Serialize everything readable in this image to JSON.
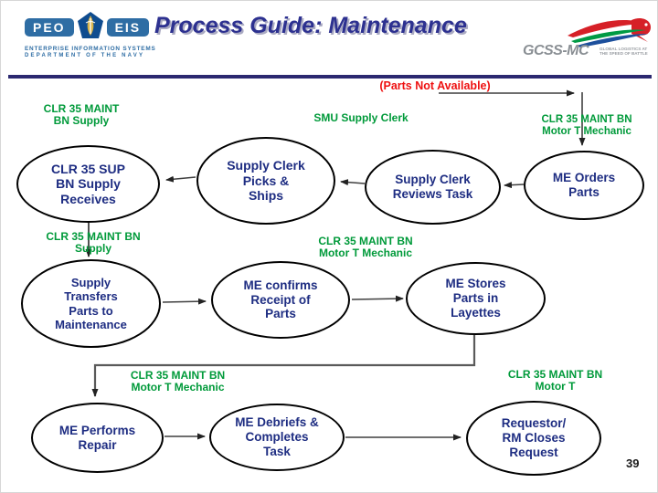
{
  "header": {
    "title": "Process Guide: Maintenance",
    "logo_left": {
      "box1": "PEO",
      "box2": "EIS",
      "line1": "ENTERPRISE INFORMATION SYSTEMS",
      "line2": "DEPARTMENT OF THE NAVY"
    },
    "logo_right": {
      "name": "GCSS-MC",
      "tagline": "GLOBAL LOGISTICS AT\nTHE SPEED OF BATTLE"
    }
  },
  "annotations": {
    "parts_not_available": "(Parts Not Available)",
    "roles": [
      {
        "text": "CLR 35 MAINT\nBN Supply"
      },
      {
        "text": "SMU Supply Clerk"
      },
      {
        "text": "CLR 35 MAINT BN\nMotor T Mechanic"
      },
      {
        "text": "CLR 35 MAINT BN\nSupply"
      },
      {
        "text": "CLR 35 MAINT BN\nMotor T Mechanic"
      },
      {
        "text": "CLR 35 MAINT BN\nMotor T Mechanic"
      },
      {
        "text": "CLR 35 MAINT BN\nMotor T"
      }
    ]
  },
  "nodes": [
    {
      "text": "CLR 35 SUP\nBN Supply\nReceives"
    },
    {
      "text": "Supply Clerk\nPicks &\nShips"
    },
    {
      "text": "Supply Clerk\nReviews Task"
    },
    {
      "text": "ME Orders\nParts"
    },
    {
      "text": "Supply\nTransfers\nParts to\nMaintenance"
    },
    {
      "text": "ME confirms\nReceipt of\nParts"
    },
    {
      "text": "ME Stores\nParts in\nLayettes"
    },
    {
      "text": "ME Performs\nRepair"
    },
    {
      "text": "ME Debriefs &\nCompletes\nTask"
    },
    {
      "text": "Requestor/\nRM Closes\nRequest"
    }
  ],
  "page_number": "39",
  "icons": {
    "peo_eis_emblem": "pentagon-torch",
    "gcss_swoosh": "eagle-swoosh"
  },
  "colors": {
    "title_blue": "#2d3190",
    "header_rule_navy": "#2b2870",
    "role_green": "#009a3a",
    "alert_red": "#ee1111",
    "node_text_navy": "#1e2d82",
    "node_border": "#000000",
    "arrow_gray": "#3f3f3f",
    "connector_gray": "#5a5a5a",
    "logo_blue": "#2e6da4",
    "gcss_gray": "#8a8f94"
  }
}
